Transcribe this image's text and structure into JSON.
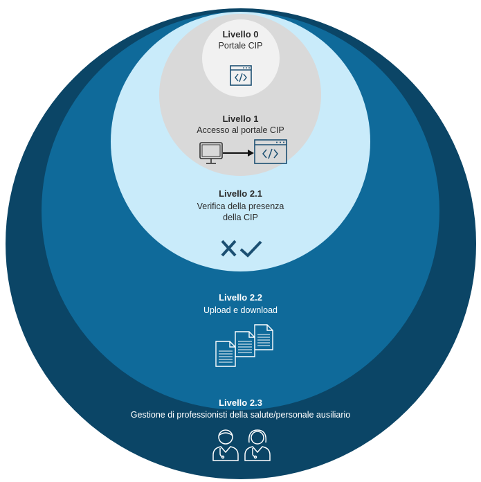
{
  "levels": [
    {
      "title": "Livello 0",
      "description": "Portale CIP",
      "icon": "code-window-icon"
    },
    {
      "title": "Livello 1",
      "description": "Accesso al portale CIP",
      "icon": "monitor-to-code-window-icon"
    },
    {
      "title": "Livello 2.1",
      "description_lines": [
        "Verifica della presenza",
        "della CIP"
      ],
      "icon": "cross-check-icon"
    },
    {
      "title": "Livello 2.2",
      "description": "Upload e download",
      "icon": "documents-icon"
    },
    {
      "title": "Livello 2.3",
      "description": "Gestione di professionisti della salute/personale ausiliario",
      "icon": "health-professionals-icon"
    }
  ],
  "colors": {
    "level_2_3": "#0b4566",
    "level_2_2": "#0f6a9a",
    "level_2_1": "#c9ebfa",
    "level_1": "#d9d9d9",
    "level_0": "#f1f1f1",
    "icon_dark": "#1b4f72"
  }
}
